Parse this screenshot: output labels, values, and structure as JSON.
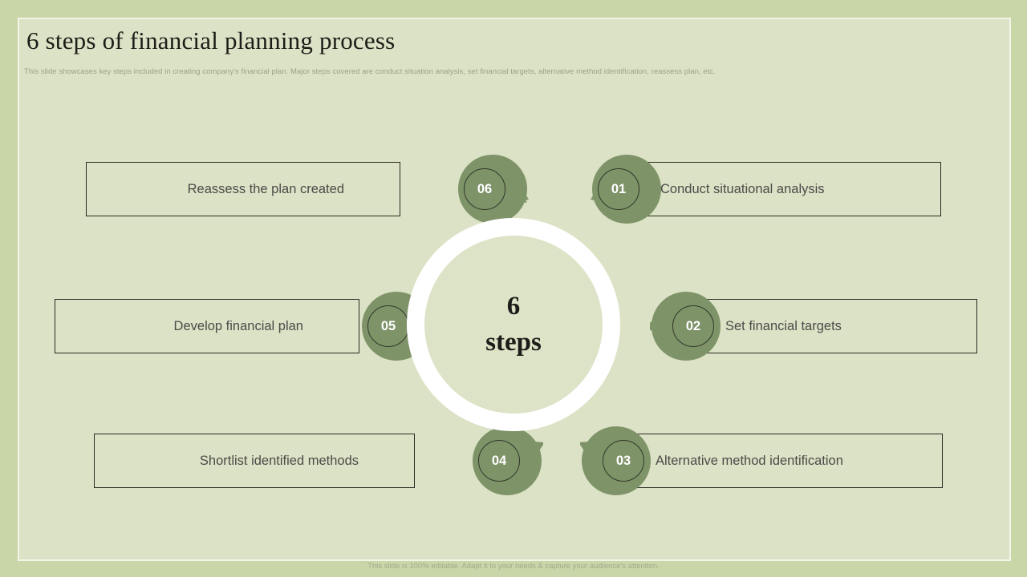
{
  "slide": {
    "title": "6 steps of financial planning process",
    "subtitle": "This slide showcases key steps included in creating company's financial plan. Major steps covered are conduct situation analysis, set financial targets, alternative method identification, reassess plan, etc.",
    "footer": "This slide is 100% editable. Adapt it to your needs & capture your audience's attention."
  },
  "center": {
    "line1": "6",
    "line2": "steps"
  },
  "colors": {
    "canvas_outer": "#c9d6a8",
    "canvas_inner": "#dce2c5",
    "frame_line": "#f2f5e6",
    "petal_green": "#7f9369",
    "marker_border": "#31372a",
    "box_border": "#2a2a22",
    "label_text": "#4b4b49",
    "title_text": "#1c1c18",
    "muted_text": "#9aa285",
    "hub_ring": "#ffffff"
  },
  "steps": [
    {
      "number": "01",
      "label": "Conduct situational analysis",
      "side": "right",
      "row": "top"
    },
    {
      "number": "02",
      "label": "Set financial targets",
      "side": "right",
      "row": "middle"
    },
    {
      "number": "03",
      "label": "Alternative method identification",
      "side": "right",
      "row": "bottom"
    },
    {
      "number": "04",
      "label": "Shortlist identified methods",
      "side": "left",
      "row": "bottom"
    },
    {
      "number": "05",
      "label": "Develop financial plan",
      "side": "left",
      "row": "middle"
    },
    {
      "number": "06",
      "label": "Reassess the plan created",
      "side": "left",
      "row": "top"
    }
  ]
}
